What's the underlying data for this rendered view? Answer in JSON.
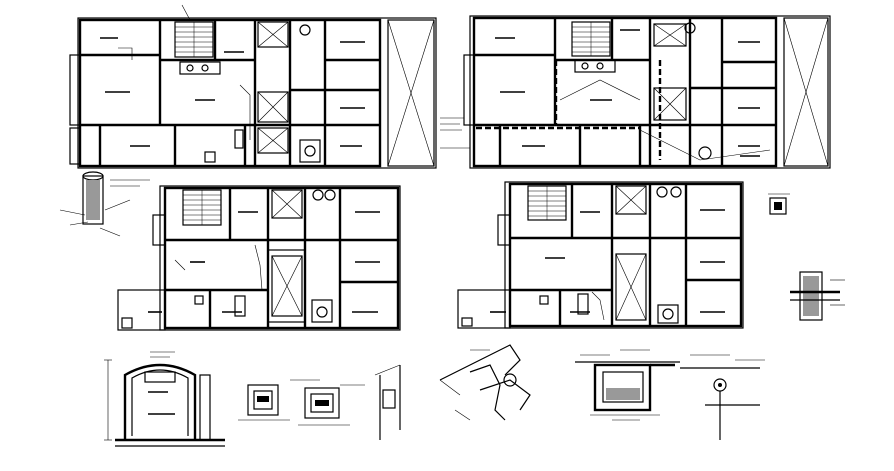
{
  "sheet": {
    "background": "#ffffff",
    "ink": "#000000",
    "shading": "#999999"
  },
  "drawings": [
    {
      "id": "plan-top-left",
      "kind": "floor-plan"
    },
    {
      "id": "plan-top-right",
      "kind": "floor-plan"
    },
    {
      "id": "plan-mid-left",
      "kind": "floor-plan"
    },
    {
      "id": "plan-mid-right",
      "kind": "floor-plan"
    },
    {
      "id": "tank-detail",
      "kind": "section-detail"
    },
    {
      "id": "sump-details",
      "kind": "section-detail"
    },
    {
      "id": "pipe-isometric",
      "kind": "isometric"
    },
    {
      "id": "pit-section",
      "kind": "section-detail"
    },
    {
      "id": "wall-section",
      "kind": "section-detail"
    }
  ]
}
